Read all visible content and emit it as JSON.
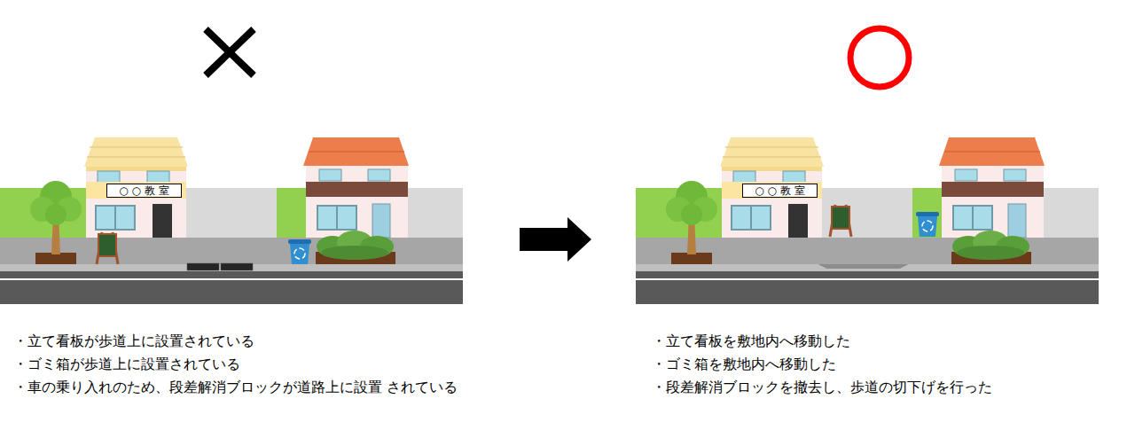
{
  "diagram": {
    "nodes": [
      {
        "text": [
          "○ ○ 教 室"
        ]
      },
      {
        "text": [
          "○ ○ 教 室"
        ]
      }
    ],
    "labels": [
      "・立て看板が歩道上に設置されている",
      "・ゴミ箱が歩道上に設置されている",
      "・車の乗り入れのため、段差解消ブロックが道路上に設置 されている",
      "・立て看板を敷地内へ移動した",
      "・ゴミ箱を敷地内へ移動した",
      "・段差解消ブロックを撤去し、歩道の切下げを行った"
    ]
  }
}
